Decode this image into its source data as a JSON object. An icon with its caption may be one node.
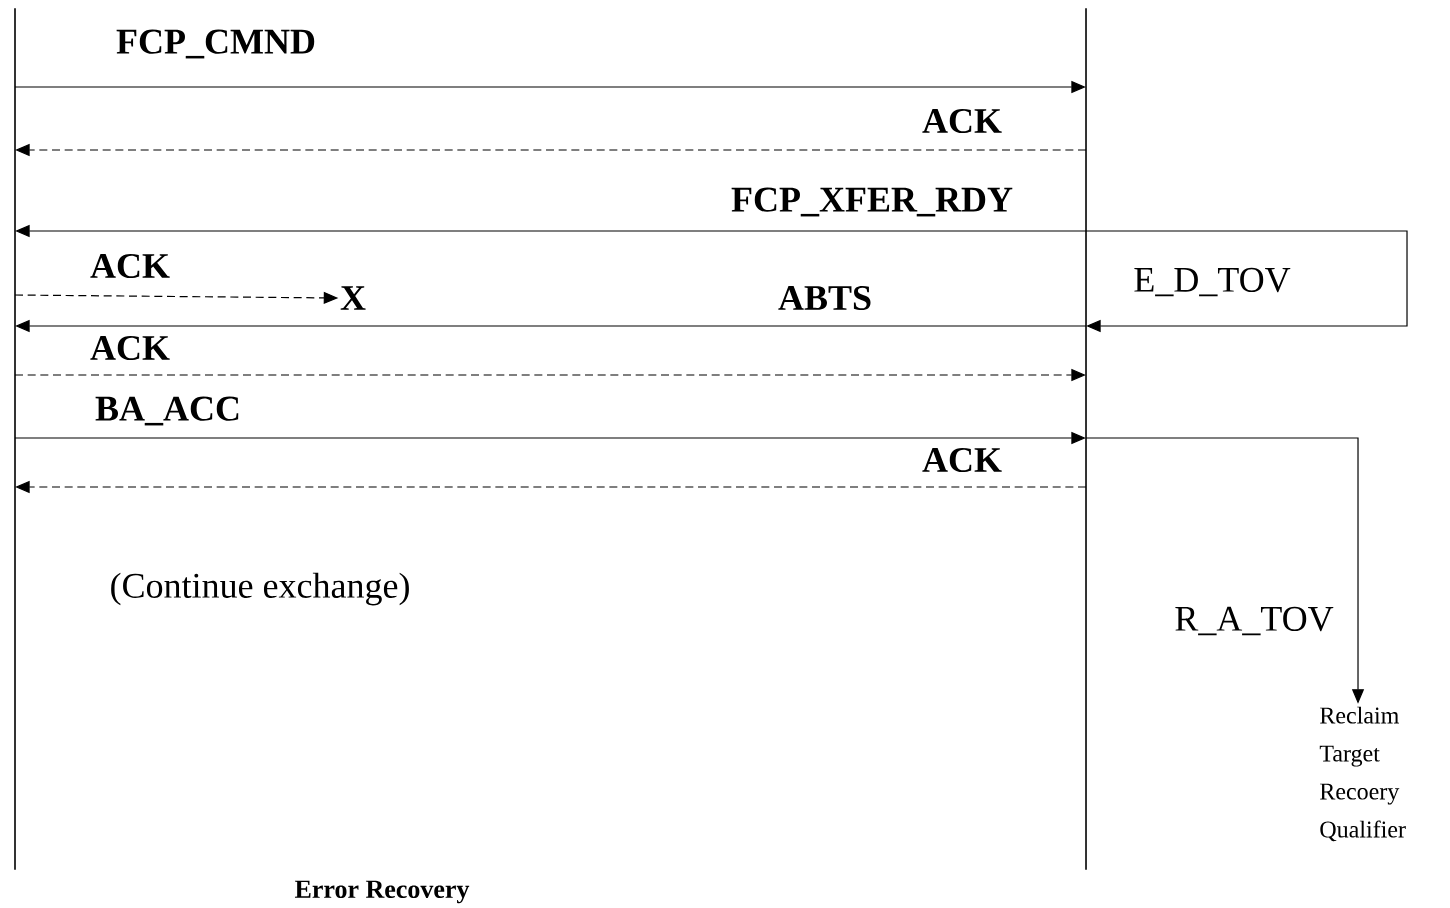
{
  "diagram": {
    "caption": "Error Recovery",
    "nodes": [
      {
        "text": [],
        "shape": "bar"
      },
      {
        "text": [],
        "shape": "bar"
      },
      {
        "text": [
          "X"
        ]
      },
      {
        "text": [
          "Reclaim Target Recoery Qualifier"
        ]
      }
    ],
    "edges": [
      {
        "from": 0,
        "to": 1,
        "arrow": "to",
        "label": "FCP_CMND"
      },
      {
        "from": 1,
        "to": 0,
        "arrow": "to",
        "label": "ACK",
        "style": "dashed"
      },
      {
        "from": 1,
        "to": 0,
        "arrow": "to",
        "label": "FCP_XFER_RDY"
      },
      {
        "from": 0,
        "to": 2,
        "arrow": "to",
        "label": "ACK",
        "style": "dashed"
      },
      {
        "from": 1,
        "to": 0,
        "arrow": "to",
        "label": "ABTS"
      },
      {
        "from": 1,
        "to": 1,
        "arrow": "to",
        "label": "E_D_TOV"
      },
      {
        "from": 0,
        "to": 1,
        "arrow": "to",
        "label": "ACK",
        "style": "dashed"
      },
      {
        "from": 0,
        "to": 1,
        "arrow": "to",
        "label": "BA_ACC"
      },
      {
        "from": 1,
        "to": 0,
        "arrow": "to",
        "label": "ACK",
        "style": "dashed"
      },
      {
        "from": 1,
        "to": 3,
        "arrow": "to",
        "label": "R_A_TOV"
      }
    ],
    "labels": [
      "(Continue exchange)"
    ]
  }
}
